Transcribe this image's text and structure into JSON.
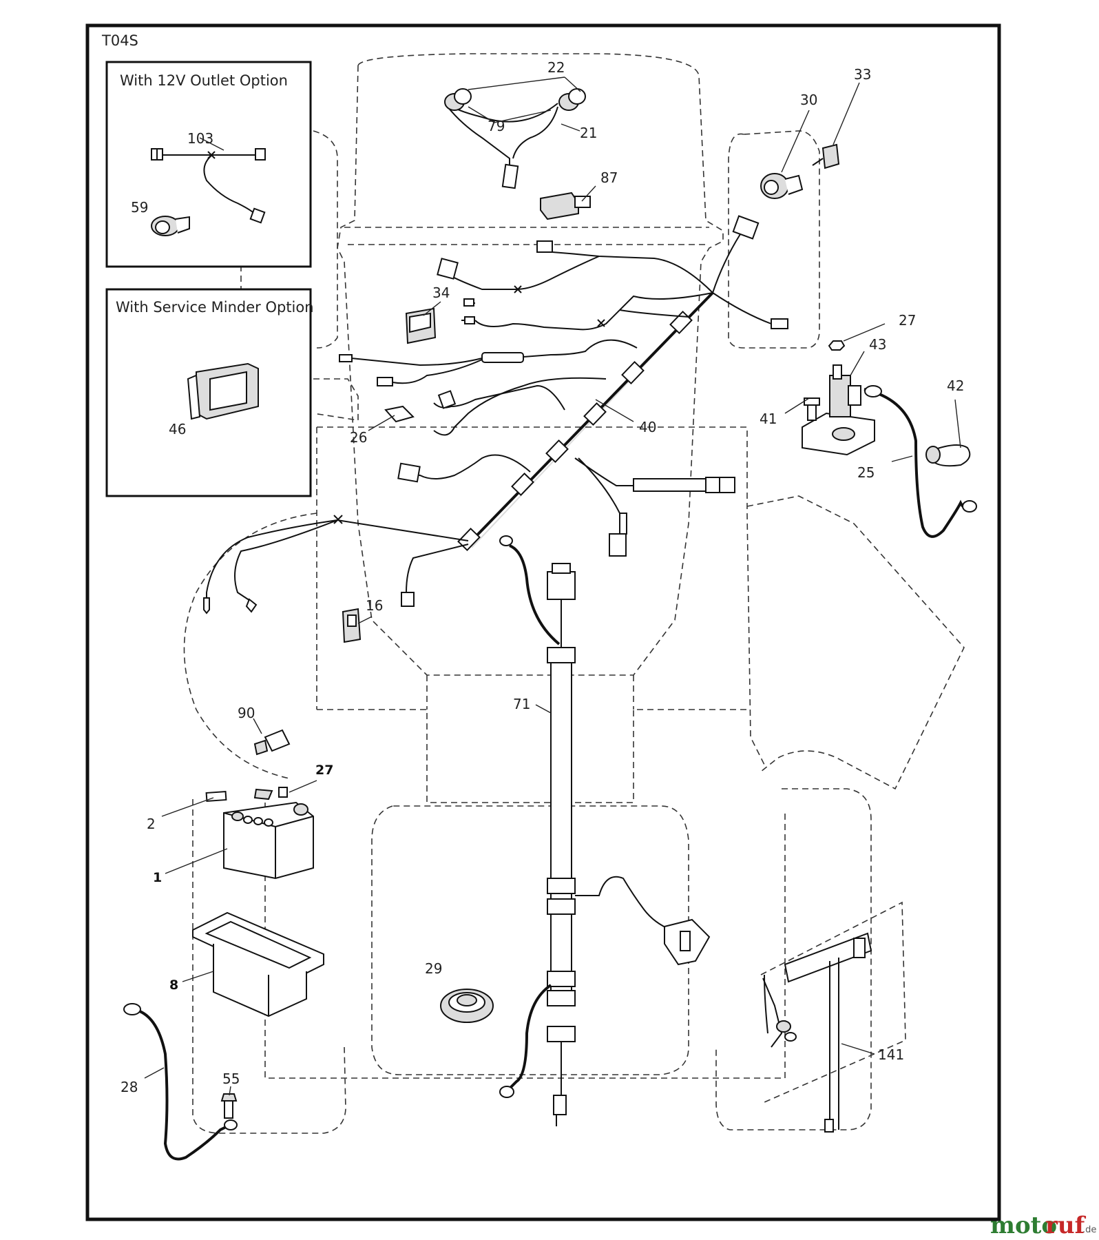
{
  "diagram_code": "T04S",
  "insets": [
    {
      "title": "With 12V Outlet Option",
      "parts": [
        "103",
        "59"
      ]
    },
    {
      "title": "With Service Minder Option",
      "parts": [
        "46"
      ]
    }
  ],
  "part_labels": {
    "p1": "1",
    "p2": "2",
    "p8": "8",
    "p16": "16",
    "p21": "21",
    "p22": "22",
    "p25": "25",
    "p26": "26",
    "p27a": "27",
    "p27b": "27",
    "p28": "28",
    "p29": "29",
    "p30": "30",
    "p33": "33",
    "p34": "34",
    "p40": "40",
    "p41": "41",
    "p42": "42",
    "p43": "43",
    "p46": "46",
    "p55": "55",
    "p59": "59",
    "p71": "71",
    "p79": "79",
    "p87": "87",
    "p90": "90",
    "p103": "103",
    "p141": "141"
  },
  "watermark": {
    "part1": "moto",
    "part2": "ruf",
    "suffix": ".de"
  }
}
